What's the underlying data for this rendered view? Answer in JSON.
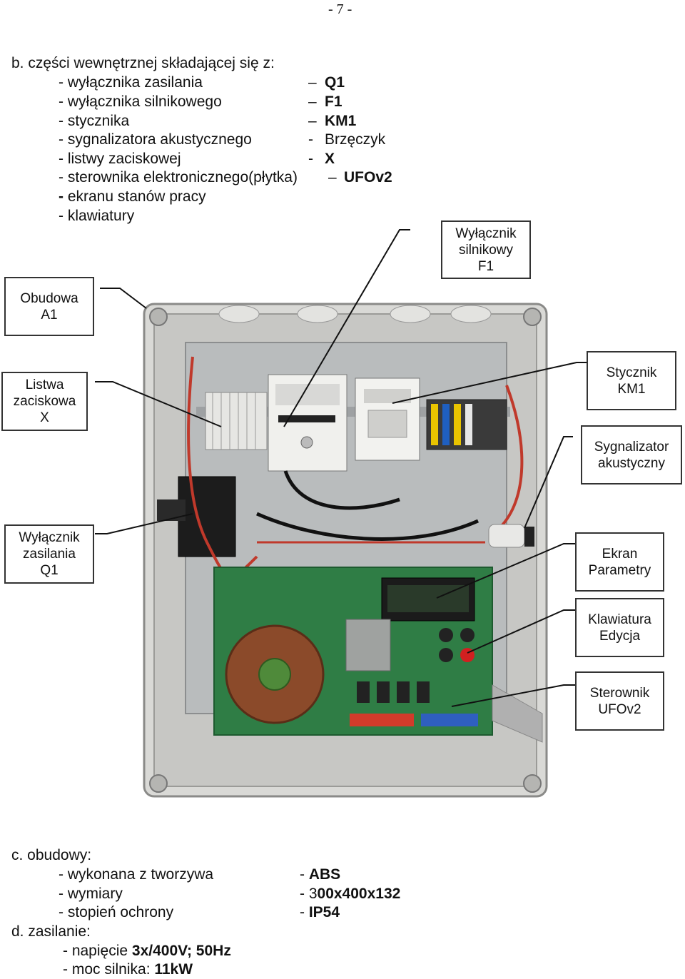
{
  "page_number": "- 7 -",
  "section_b": {
    "heading": "b. części wewnętrznej składającej się z:",
    "items": [
      {
        "name": "- wyłącznika zasilania",
        "dash": "–",
        "code": "Q1"
      },
      {
        "name": "- wyłącznika silnikowego",
        "dash": "–",
        "code": "F1"
      },
      {
        "name": "- stycznika",
        "dash": "–",
        "code": "KM1"
      },
      {
        "name": "- sygnalizatora akustycznego",
        "dash": "-",
        "code": "Brzęczyk"
      },
      {
        "name": "- listwy zaciskowej",
        "dash": "-",
        "code": "X"
      },
      {
        "name": "- sterownika elektronicznego(płytka)",
        "dash": "–",
        "code": "UFOv2"
      },
      {
        "name_bold_prefix": "-",
        "name": " ekranu stanów pracy"
      },
      {
        "name": "- klawiatury"
      }
    ]
  },
  "callouts": {
    "obudowa": [
      "Obudowa",
      "A1"
    ],
    "wylacznik_silnikowy": [
      "Wyłącznik",
      "silnikowy",
      "F1"
    ],
    "listwa": [
      "Listwa",
      "zaciskowa",
      "X"
    ],
    "stycznik": [
      "Stycznik",
      "KM1"
    ],
    "sygnalizator": [
      "Sygnalizator",
      "akustyczny"
    ],
    "wylacznik_zasilania": [
      "Wyłącznik",
      "zasilania",
      "Q1"
    ],
    "ekran": [
      "Ekran",
      "Parametry"
    ],
    "klawiatura": [
      "Klawiatura",
      "Edycja"
    ],
    "sterownik": [
      "Sterownik",
      "UFOv2"
    ]
  },
  "section_c": {
    "heading": "c. obudowy:",
    "rows": [
      {
        "label": "- wykonana z tworzywa",
        "prefix": "- ",
        "value": "ABS"
      },
      {
        "label": "- wymiary",
        "prefix": "- 3",
        "value": "00x400x132"
      },
      {
        "label": "- stopień ochrony",
        "prefix": "- ",
        "value": "IP54"
      }
    ]
  },
  "section_d": {
    "heading": "d. zasilanie:",
    "rows": [
      {
        "label": "- napięcie ",
        "value": "3x/400V; 50Hz"
      },
      {
        "label": "- moc silnika: ",
        "value": "11kW"
      }
    ]
  }
}
